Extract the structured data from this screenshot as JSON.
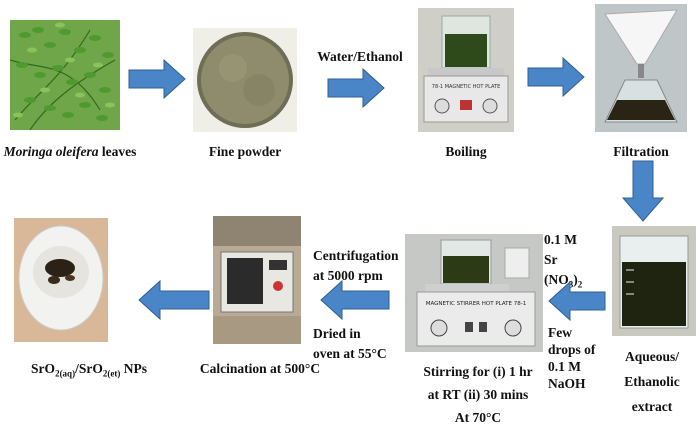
{
  "steps": {
    "leaves": {
      "label_italic": "Moringa oleifera",
      "label_rest": " leaves"
    },
    "powder": {
      "label": "Fine powder"
    },
    "boiling": {
      "label": "Boiling",
      "plate_text": "78-1 MAGNETIC HOT PLATE"
    },
    "filtration": {
      "label": "Filtration"
    },
    "extract": {
      "line1": "Aqueous/",
      "line2": "Ethanolic",
      "line3": "extract"
    },
    "stirring": {
      "line1": "Stirring for (i) 1 hr",
      "line2": "at RT (ii) 30 mins",
      "line3": "At 70°C",
      "plate_text": "MAGNETIC STIRRER HOT PLATE 78-1"
    },
    "calcination": {
      "label": "Calcination at 500°C"
    },
    "nps": {
      "sub_a": "SrO",
      "sub_a_sub": "2(aq)",
      "sep": "/SrO",
      "sub_b_sub": "2(et)",
      "suffix": " NPs"
    }
  },
  "annotations": {
    "water_ethanol": "Water/Ethanol",
    "sr_line1": "0.1 M",
    "sr_line2": "Sr",
    "sr_line3a": "(NO",
    "sr_line3b": "3",
    "sr_line3c": ")",
    "sr_line3d": "2",
    "naoh_line1": "Few",
    "naoh_line2": "drops of",
    "naoh_line3": "0.1 M",
    "naoh_line4": "NaOH",
    "centri_line1": "Centrifugation",
    "centri_line2": "at 5000 rpm",
    "dried_line1": "Dried in",
    "dried_line2": "oven at 55°C"
  },
  "colors": {
    "arrow_fill": "#4a86c7",
    "arrow_stroke": "#2f5f94",
    "leaf_green": "#3f8f2a",
    "powder": "#8a8a6a",
    "extract": "#1f2410"
  }
}
